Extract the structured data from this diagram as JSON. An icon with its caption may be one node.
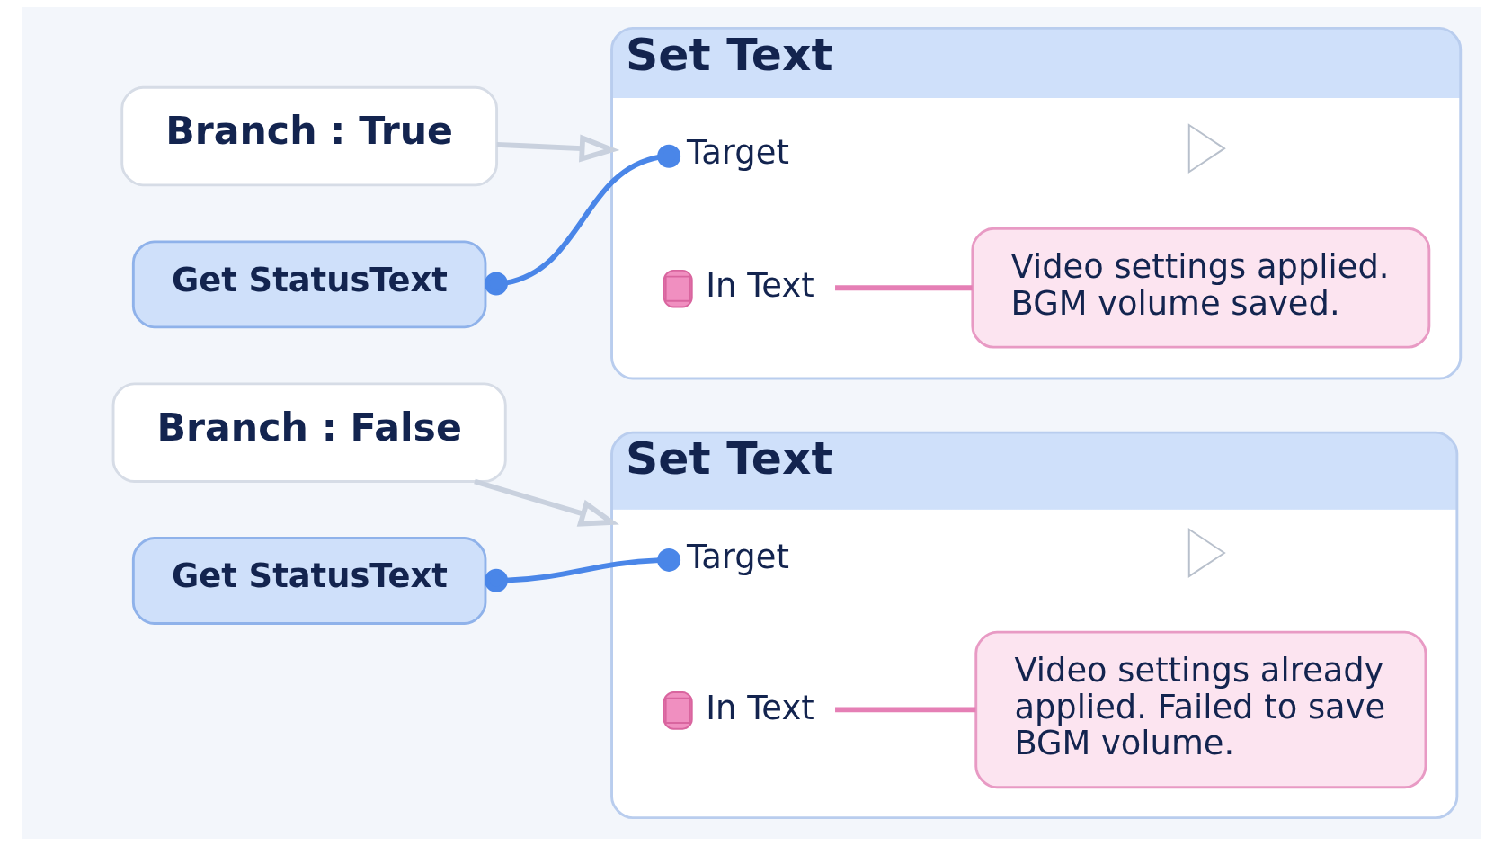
{
  "diagram": {
    "nodes": [
      {
        "text": [
          "Branch : True"
        ]
      },
      {
        "text": [
          "Set Text"
        ]
      },
      {
        "text": [],
        "shape": "triangle",
        "in": 1
      },
      {
        "text": [
          "Get StatusText"
        ]
      },
      {
        "text": [
          "Target"
        ],
        "in": 1
      },
      {
        "text": [
          "In Text"
        ],
        "in": 1
      },
      {
        "text": [
          "Video settings applied. BGM volume saved."
        ],
        "in": 1
      },
      {
        "text": [
          "Branch : False"
        ]
      },
      {
        "text": [
          "Set Text"
        ]
      },
      {
        "text": [],
        "shape": "triangle",
        "in": 8
      },
      {
        "text": [
          "Get StatusText"
        ]
      },
      {
        "text": [
          "Target"
        ],
        "in": 8
      },
      {
        "text": [
          "In Text"
        ],
        "in": 8
      },
      {
        "text": [
          "Video settings already applied. Failed to save BGM volume."
        ],
        "in": 8
      }
    ],
    "edges": [
      {
        "from": 0,
        "to": 1,
        "arrow": "to",
        "color": "#c9d1de"
      },
      {
        "from": 3,
        "to": 4,
        "arrow": "other",
        "color": "#4a86e8"
      },
      {
        "from": 5,
        "to": 6,
        "arrow": "none",
        "color": "#e57fb5"
      },
      {
        "from": 7,
        "to": 8,
        "arrow": "to",
        "color": "#c9d1de"
      },
      {
        "from": 10,
        "to": 11,
        "arrow": "other",
        "color": "#4a86e8"
      },
      {
        "from": 12,
        "to": 13,
        "arrow": "none",
        "color": "#e57fb5"
      }
    ]
  }
}
